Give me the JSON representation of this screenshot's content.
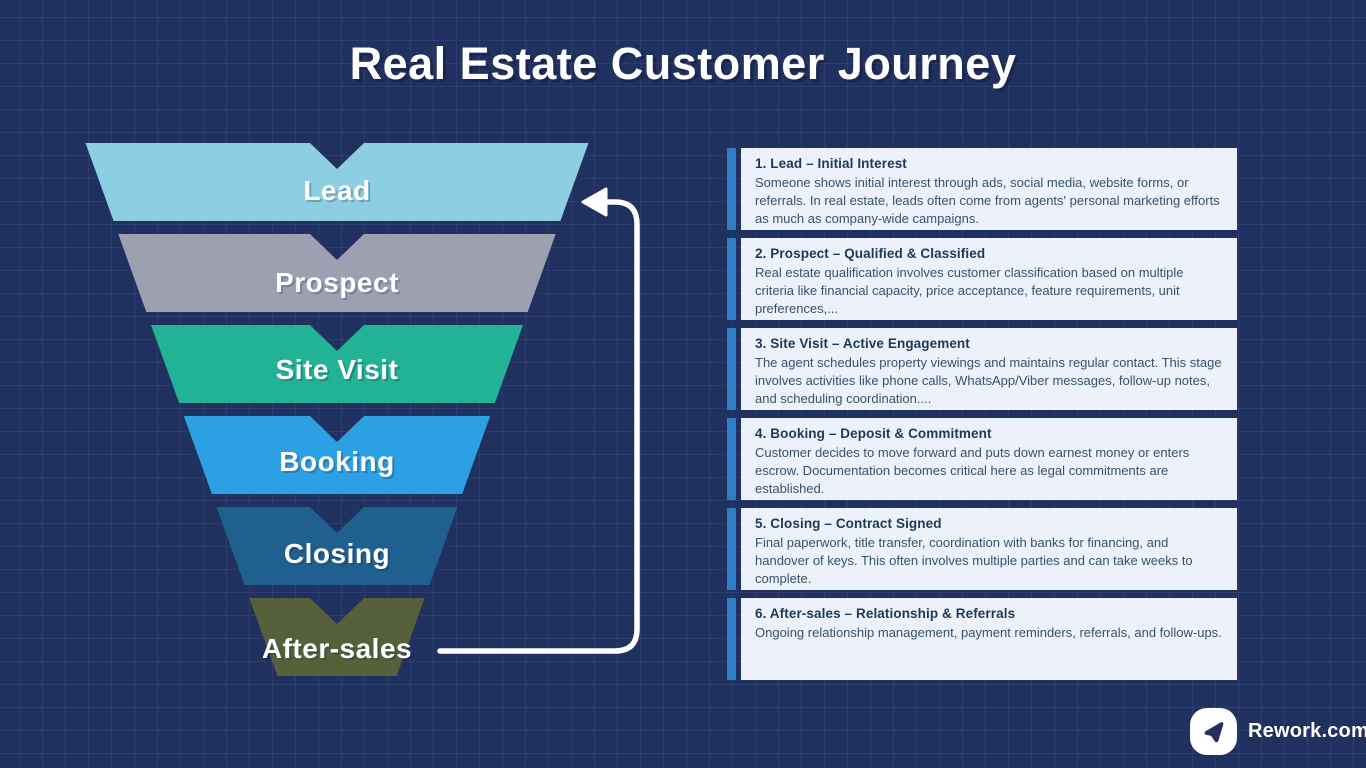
{
  "title": "Real Estate Customer Journey",
  "colors": {
    "background": "#20305F",
    "grid_line": "#7494D2",
    "card_background": "#EDF1FA",
    "card_accent_bar": "#2D7EC6",
    "card_heading_text": "#1B3A5A",
    "card_body_text": "#35536B",
    "arrow": "#FFFFFF",
    "title_text": "#FFFFFF"
  },
  "funnel": {
    "stages": [
      {
        "label": "Lead",
        "color": "#8CCFE2"
      },
      {
        "label": "Prospect",
        "color": "#9CA0B1"
      },
      {
        "label": "Site Visit",
        "color": "#22B295"
      },
      {
        "label": "Booking",
        "color": "#2D9FE3"
      },
      {
        "label": "Closing",
        "color": "#20608F"
      },
      {
        "label": "After-sales",
        "color": "#56603A"
      }
    ]
  },
  "cards": [
    {
      "heading": "1. Lead – Initial Interest",
      "body": "Someone shows initial interest through ads, social media, website forms, or referrals. In real estate, leads often come from agents' personal marketing efforts as much as company-wide campaigns."
    },
    {
      "heading": "2. Prospect – Qualified & Classified",
      "body": "Real estate qualification involves customer classification based on multiple criteria like financial capacity, price acceptance, feature requirements, unit preferences,..."
    },
    {
      "heading": "3. Site Visit – Active Engagement",
      "body": "The agent schedules property viewings and maintains regular contact. This stage involves activities like phone calls, WhatsApp/Viber messages, follow-up notes, and scheduling coordination...."
    },
    {
      "heading": "4. Booking – Deposit & Commitment",
      "body": "Customer decides to move forward and puts down earnest money or enters escrow. Documentation becomes critical here as legal commitments are established."
    },
    {
      "heading": "5. Closing – Contract Signed",
      "body": "Final paperwork, title transfer, coordination with banks for financing, and handover of keys. This often involves multiple parties and can take weeks to complete."
    },
    {
      "heading": "6. After-sales – Relationship & Referrals",
      "body": "Ongoing relationship management, payment reminders, referrals, and follow-ups."
    }
  ],
  "footer": {
    "brand": "Rework.com"
  }
}
